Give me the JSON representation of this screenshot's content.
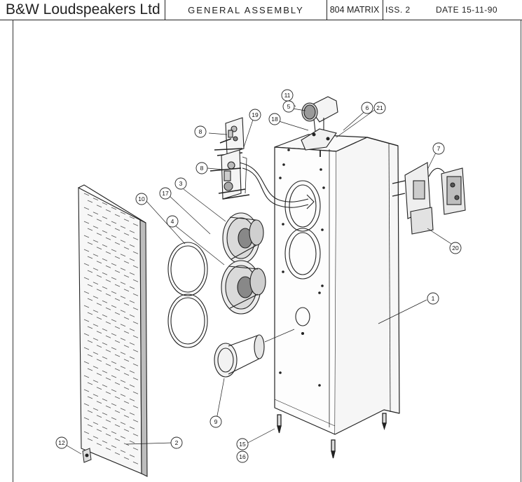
{
  "title_block": {
    "company": "B&W Loudspeakers Ltd",
    "title": "GENERAL  ASSEMBLY",
    "model": "804 MATRIX",
    "issue": "ISS.  2",
    "date": "DATE 15-11-90"
  },
  "callouts": [
    "1",
    "2",
    "3",
    "4",
    "5",
    "6",
    "7",
    "8",
    "8",
    "9",
    "10",
    "11",
    "12",
    "15",
    "16",
    "17",
    "18",
    "19",
    "20",
    "21"
  ]
}
